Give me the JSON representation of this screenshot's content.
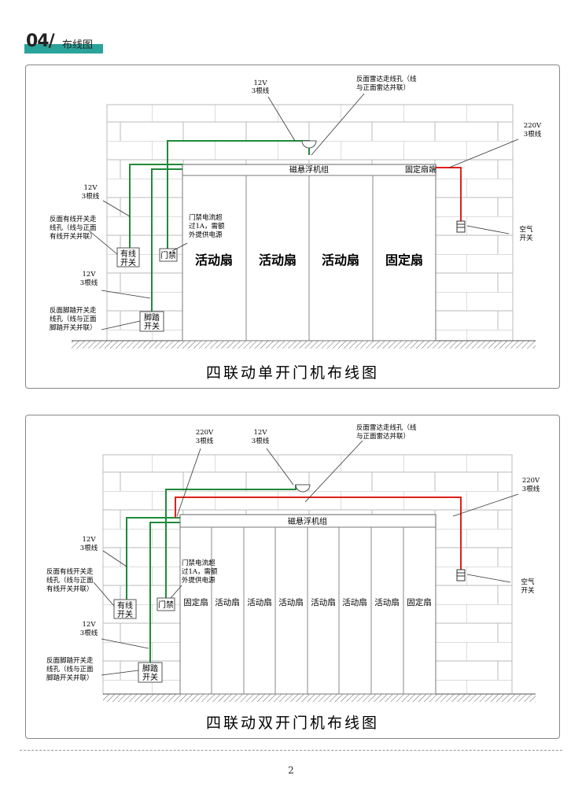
{
  "header": {
    "number": "04/",
    "subtitle": "布线图"
  },
  "diagram1": {
    "title": "四联动单开门机布线图",
    "motor": "磁悬浮机组",
    "motor_end": "固定扇端",
    "leaves": [
      "活动扇",
      "活动扇",
      "活动扇",
      "固定扇"
    ],
    "labels": {
      "v12_top_1": "12V",
      "v12_top_2": "3根线",
      "radar_1": "反面雷达走线孔（线",
      "radar_2": "与正面雷达并联）",
      "v220_1": "220V",
      "v220_2": "3根线",
      "v12_left_1": "12V",
      "v12_left_2": "3根线",
      "wired_note_1": "反面有线开关走",
      "wired_note_2": "线孔（线与正面",
      "wired_note_3": "有线开关并联）",
      "access_note_1": "门禁电流超",
      "access_note_2": "过1A，需额",
      "access_note_3": "外提供电源",
      "air_1": "空气",
      "air_2": "开关",
      "v12_mid_1": "12V",
      "v12_mid_2": "3根线",
      "foot_note_1": "反面脚踏开关走",
      "foot_note_2": "线孔（线与正面",
      "foot_note_3": "脚踏开关并联）"
    },
    "boxes": {
      "wired_1": "有线",
      "wired_2": "开关",
      "access": "门禁",
      "foot_1": "脚踏",
      "foot_2": "开关"
    }
  },
  "diagram2": {
    "title": "四联动双开门机布线图",
    "motor": "磁悬浮机组",
    "leaves": [
      "固定扇",
      "活动扇",
      "活动扇",
      "活动扇",
      "活动扇",
      "活动扇",
      "活动扇",
      "固定扇"
    ],
    "labels": {
      "v220_top_1": "220V",
      "v220_top_2": "3根线",
      "v12_top_1": "12V",
      "v12_top_2": "3根线",
      "radar_1": "反面雷达走线孔（线",
      "radar_2": "与正面雷达并联）",
      "v220_1": "220V",
      "v220_2": "3根线",
      "v12_left_1": "12V",
      "v12_left_2": "3根线",
      "wired_note_1": "反面有线开关走",
      "wired_note_2": "线孔（线与正面",
      "wired_note_3": "有线开关并联）",
      "access_note_1": "门禁电流超",
      "access_note_2": "过1A，需额",
      "access_note_3": "外提供电源",
      "air_1": "空气",
      "air_2": "开关",
      "v12_mid_1": "12V",
      "v12_mid_2": "3根线",
      "foot_note_1": "反面脚踏开关走",
      "foot_note_2": "线孔（线与正面",
      "foot_note_3": "脚踏开关并联）"
    },
    "boxes": {
      "wired_1": "有线",
      "wired_2": "开关",
      "access": "门禁",
      "foot_1": "脚踏",
      "foot_2": "开关"
    }
  },
  "colors": {
    "green_wire": "#1f8a3a",
    "red_wire": "#e0201c",
    "accent": "#2aa39a"
  },
  "footer": {
    "page": "2"
  }
}
